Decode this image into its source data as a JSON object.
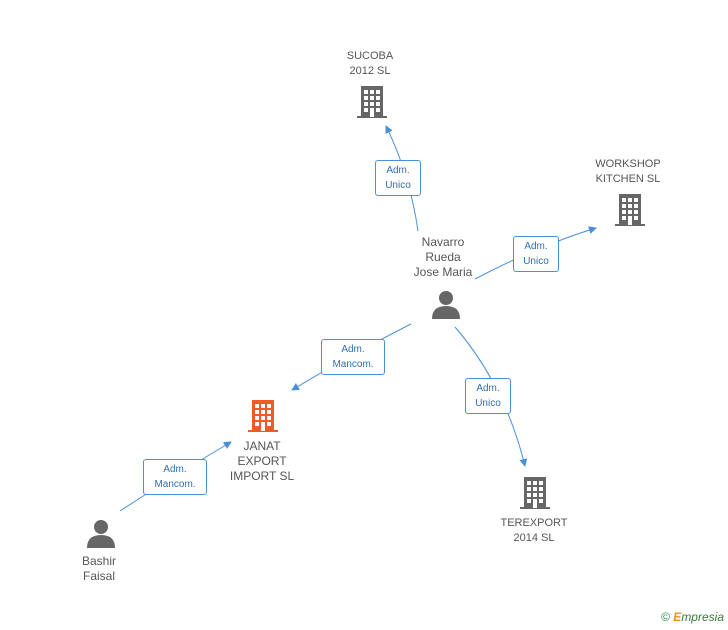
{
  "nodes": {
    "sucoba": {
      "label": "SUCOBA\n2012 SL",
      "type": "company",
      "color": "#666666"
    },
    "workshop": {
      "label": "WORKSHOP\nKITCHEN SL",
      "type": "company",
      "color": "#666666"
    },
    "navarro": {
      "label": "Navarro\nRueda\nJose Maria",
      "type": "person",
      "color": "#666666"
    },
    "janat": {
      "label": "JANAT\nEXPORT\nIMPORT SL",
      "type": "company",
      "color": "#f05a28"
    },
    "terexport": {
      "label": "TEREXPORT\n2014  SL",
      "type": "company",
      "color": "#666666"
    },
    "bashir": {
      "label": "Bashir\nFaisal",
      "type": "person",
      "color": "#666666"
    }
  },
  "edges": {
    "navarro_sucoba": {
      "label": "Adm.\nUnico"
    },
    "navarro_workshop": {
      "label": "Adm.\nUnico"
    },
    "navarro_janat": {
      "label": "Adm.\nMancom."
    },
    "navarro_terexport": {
      "label": "Adm.\nUnico"
    },
    "bashir_janat": {
      "label": "Adm.\nMancom."
    }
  },
  "colors": {
    "edge": "#4a90d9",
    "accent": "#f05a28",
    "node": "#666666"
  },
  "footer": {
    "symbol": "©",
    "brand_first": "E",
    "brand_rest": "mpresia"
  }
}
